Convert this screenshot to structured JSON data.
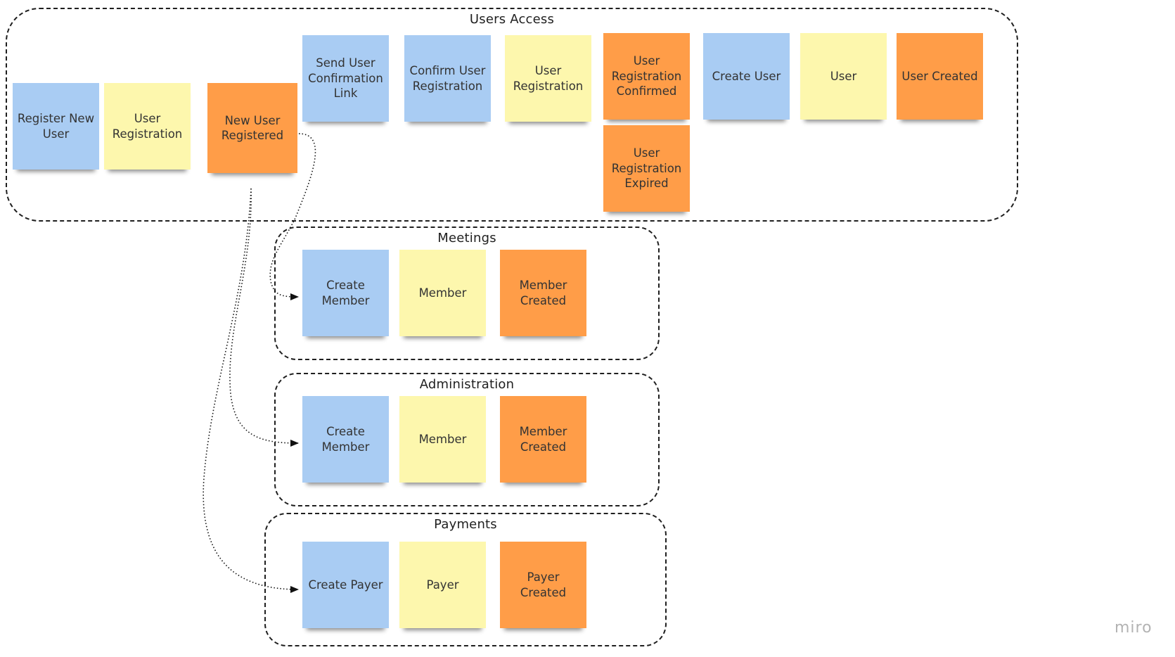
{
  "colors": {
    "command": "#a9ccf3",
    "aggregate": "#fdf7ad",
    "event": "#ff9d48",
    "border": "#1f1f1f"
  },
  "groups": [
    {
      "title": "Users Access"
    },
    {
      "title": "Meetings"
    },
    {
      "title": "Administration"
    },
    {
      "title": "Payments"
    }
  ],
  "users_access": {
    "register_new_user": "Register New User",
    "user_registration_a": "User Registration",
    "new_user_registered": "New User Registered",
    "send_confirmation_link": "Send User Confirmation Link",
    "confirm_user_registration": "Confirm User Registration",
    "user_registration_b": "User Registration",
    "registration_confirmed": "User Registration Confirmed",
    "registration_expired": "User Registration Expired",
    "create_user": "Create User",
    "user": "User",
    "user_created": "User Created"
  },
  "meetings": {
    "command": "Create Member",
    "aggregate": "Member",
    "event": "Member Created"
  },
  "administration": {
    "command": "Create Member",
    "aggregate": "Member",
    "event": "Member Created"
  },
  "payments": {
    "command": "Create Payer",
    "aggregate": "Payer",
    "event": "Payer Created"
  },
  "brand": "miro"
}
